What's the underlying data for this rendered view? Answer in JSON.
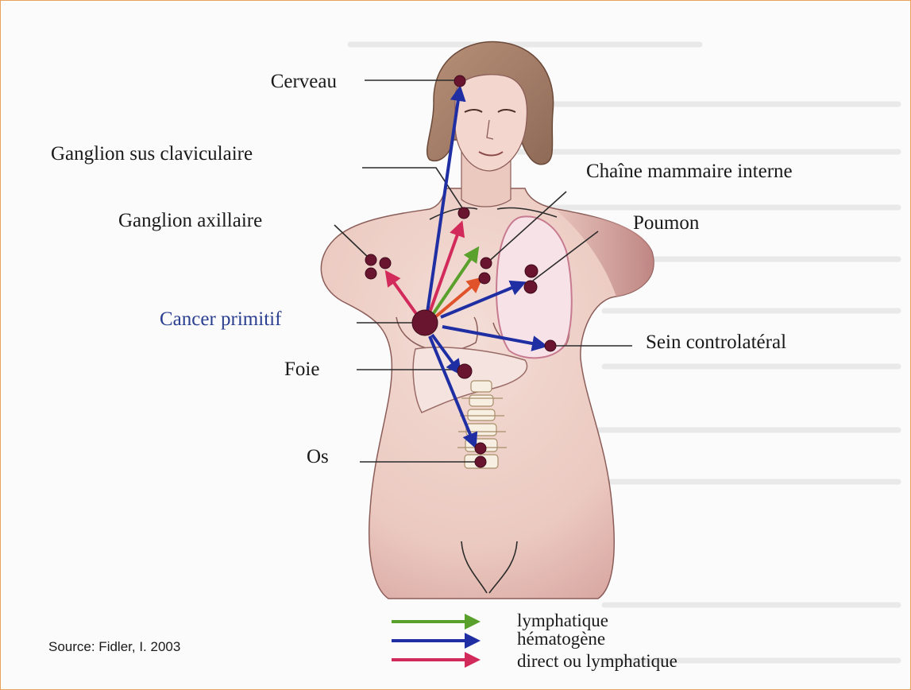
{
  "labels": {
    "cerveau": "Cerveau",
    "ganglion_sus_claviculaire": "Ganglion sus claviculaire",
    "chaine_mammaire_interne": "Chaîne mammaire interne",
    "ganglion_axillaire": "Ganglion axillaire",
    "poumon": "Poumon",
    "cancer_primitif": "Cancer primitif",
    "sein_controlateral": "Sein controlatéral",
    "foie": "Foie",
    "os": "Os"
  },
  "legend": {
    "items": [
      {
        "label": "lymphatique",
        "color": "#5aa02c"
      },
      {
        "label": "hématogène",
        "color": "#1f2fa3"
      },
      {
        "label": "direct ou lymphatique",
        "color": "#d22a5a"
      }
    ]
  },
  "source": "Source: Fidler, I. 2003",
  "colors": {
    "frame_border": "#e8a25e",
    "primary_label": "#2a3f8f",
    "skin": "#ecc9bf",
    "skin_shadow": "#c58b86",
    "hair": "#a9826b",
    "metastasis_dot": "#6a1530",
    "lung": "#f5dde3",
    "liver": "#f2e0dc"
  }
}
